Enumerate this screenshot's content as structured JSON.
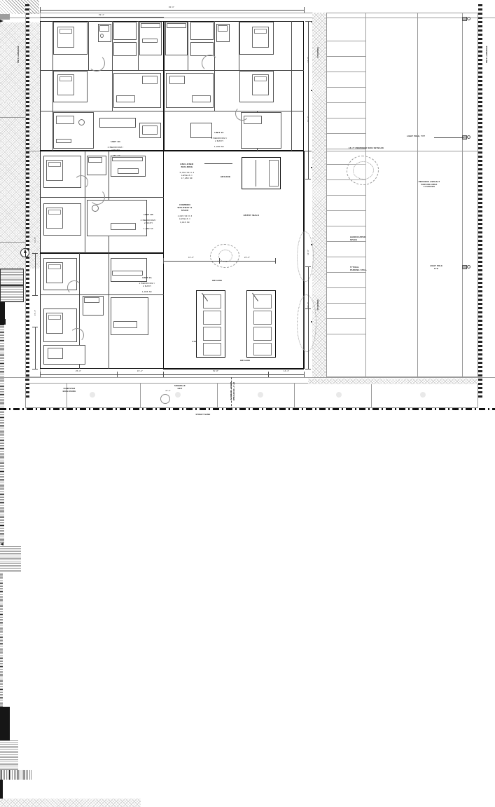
{
  "sheet": {
    "title": "ARCHITECTURAL SITE PLAN",
    "drawing_type": "site-plan"
  },
  "units": [
    {
      "id": "unit-1d",
      "name": "UNIT 1D",
      "desc": "2 BEDROOM /\n2 BATH",
      "area": "1,081 SF"
    },
    {
      "id": "unit-1f",
      "name": "UNIT 1F",
      "desc": "2 BEDROOM /\n2 BATH",
      "area": "1,080 SF"
    },
    {
      "id": "unit-1b",
      "name": "UNIT 1B",
      "desc": "2 BEDROOM /\n2 BATH",
      "area": "1,089 SF"
    },
    {
      "id": "unit-1a",
      "name": "UNIT 1A",
      "desc": "2 BEDROOM /\n2 BATH",
      "area": "1,096 SF"
    }
  ],
  "building_notes": {
    "enclosed_building": "ENCLOSED\nBUILDING",
    "enclosed_building_calc": "5,760 SF X 3\nLEVELS =\n17,280 SF",
    "common_walkway": "COMMON\nWALKWAY &\nSTAIR",
    "common_walkway_calc": "1,015 SF X 3\nLEVELS =\n3,045 SF",
    "arcade_1": "ARCADE",
    "arcade_2": "ARCADE",
    "arcade_3": "ARCADE",
    "entry_walk": "ENTRY WALK",
    "stair": "STAIR"
  },
  "site_notes": {
    "light_pole_typ_right": "LIGHT POLE, TYP",
    "light_pole_typ_lower": "LIGHT POLE\nTYP",
    "side_setback": "15'-7\" PROPOSED SIDE SETBACK",
    "pervious_parking": "PERVIOUS ASPHALT\nPARKING AREA\n11 SPACES",
    "handicapped_space": "HANDICAPPED\nSPACE",
    "typical_stall": "TYPICAL\nPARKING STALL",
    "dumpster": "DUMPSTER\nENCLOSURE",
    "sidewalk_exit": "SIDEWALK\nEXIT",
    "front_setback": "15'-0\" PROPOSED\nFRONT SETBACK",
    "sidewalk_right": "SIDEWALK",
    "sidewalk_left": "SIDEWALK",
    "street_name": "STREET NAME",
    "prop_line_left": "PROPERTY LINE",
    "prop_line_right": "PROPERTY LINE"
  },
  "dimensions": {
    "top_overall": "92'-0\"",
    "top_left": "39'-4\"",
    "right_a": "64'-8\"",
    "right_b": "13'-4\"",
    "right_c": "14'-0\"",
    "right_d": "40'-8\"",
    "left_a": "10'-0\"",
    "left_b": "15'-4\"",
    "bottom_a": "25'-0\"",
    "bottom_b": "15'-4\"",
    "bottom_c": "51'-8\"",
    "bottom_d": "14'-4\"",
    "mid_a": "10'-0\"",
    "mid_b": "24'-0\"",
    "mid_c": "18'-0\"",
    "sidewalk_w": "24'-0\""
  },
  "symbols": {
    "north_arrow": "north-arrow"
  }
}
